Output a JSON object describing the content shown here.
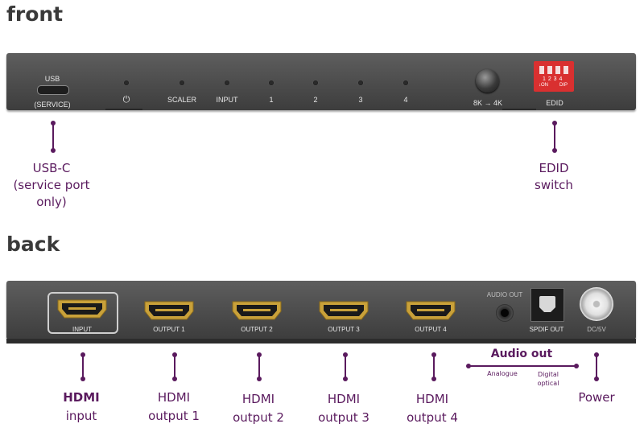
{
  "headings": {
    "front": "front",
    "back": "back"
  },
  "front_panel": {
    "usb_label": "USB",
    "usb_service": "(SERVICE)",
    "power_symbol": "⏻",
    "scaler": "SCALER",
    "input": "INPUT",
    "out1": "1",
    "out2": "2",
    "out3": "3",
    "out4": "4",
    "knob_label": "8K → 4K",
    "edid_label": "EDID",
    "dip_numbers": "1 2 3 4",
    "dip_on": "↓ON",
    "dip_dip": "DIP"
  },
  "back_panel": {
    "input": "INPUT",
    "output1": "OUTPUT 1",
    "output2": "OUTPUT 2",
    "output3": "OUTPUT 3",
    "output4": "OUTPUT 4",
    "audio_out": "AUDIO OUT",
    "spdif_out": "SPDIF OUT",
    "dc": "DC/5V"
  },
  "callouts": {
    "usb_c": {
      "line1": "USB-C",
      "line2": "(service port",
      "line3": "only)"
    },
    "edid": {
      "line1": "EDID",
      "line2": "switch"
    },
    "hdmi_input": {
      "line1": "HDMI",
      "line2": "input"
    },
    "hdmi_output1": {
      "line1": "HDMI",
      "line2": "output 1"
    },
    "hdmi_output2": {
      "line1": "HDMI",
      "line2": "output 2"
    },
    "hdmi_output3": {
      "line1": "HDMI",
      "line2": "output 3"
    },
    "hdmi_output4": {
      "line1": "HDMI",
      "line2": "output 4"
    },
    "audio_out": {
      "title": "Audio out",
      "analogue": "Analogue",
      "digital1": "Digital",
      "digital2": "optical"
    },
    "power": {
      "line1": "Power"
    }
  },
  "colors": {
    "accent_purple": "#5a1a5e",
    "panel_grey": "#4f4f4f",
    "hdmi_gold": "#c9a13a",
    "dip_red": "#d93030"
  }
}
